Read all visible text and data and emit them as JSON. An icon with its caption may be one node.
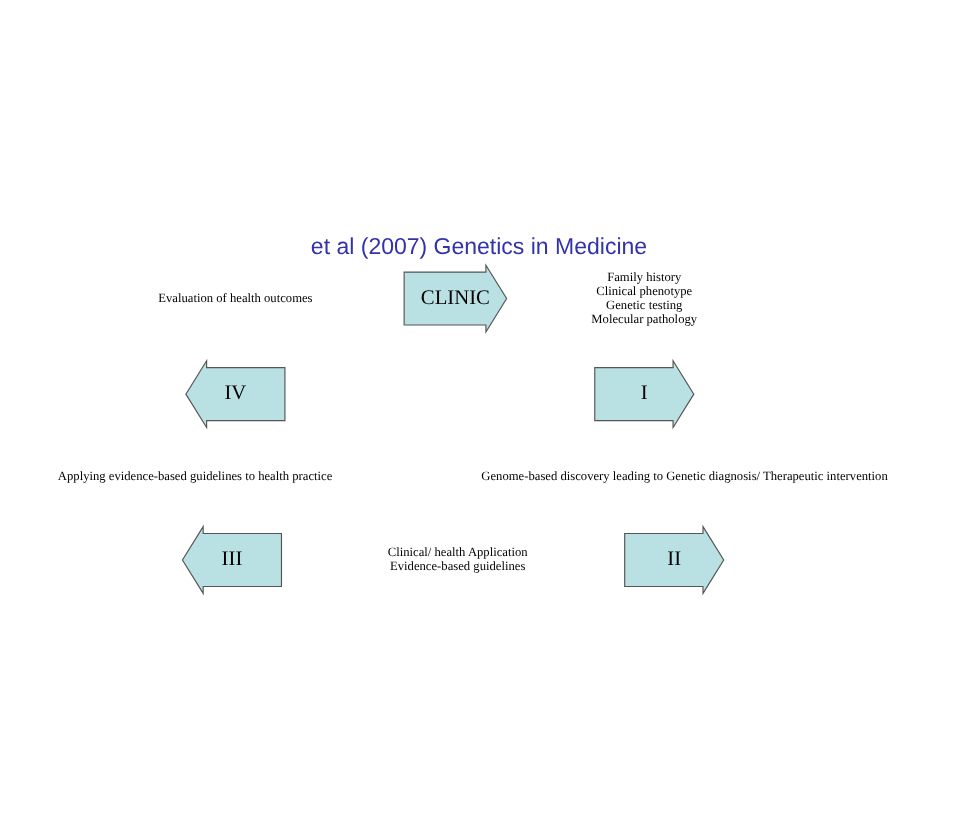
{
  "diagram": {
    "title": "et al (2007) Genetics in Medicine",
    "nodes": [
      {
        "text": [
          "CLINIC"
        ]
      },
      {
        "text": [
          "Evaluation of health outcomes"
        ]
      },
      {
        "text": [
          "Family history",
          "Clinical phenotype",
          "Genetic testing",
          "Molecular pathology"
        ]
      },
      {
        "text": [
          "IV"
        ]
      },
      {
        "text": [
          "I"
        ]
      },
      {
        "text": [
          "Applying evidence-based guidelines to health practice"
        ]
      },
      {
        "text": [
          "Genome-based discovery leading to Genetic diagnosis/ Therapeutic intervention"
        ]
      },
      {
        "text": [
          "III"
        ]
      },
      {
        "text": [
          "Clinical/ health Application",
          "Evidence-based guidelines"
        ]
      },
      {
        "text": [
          "II"
        ]
      }
    ]
  }
}
